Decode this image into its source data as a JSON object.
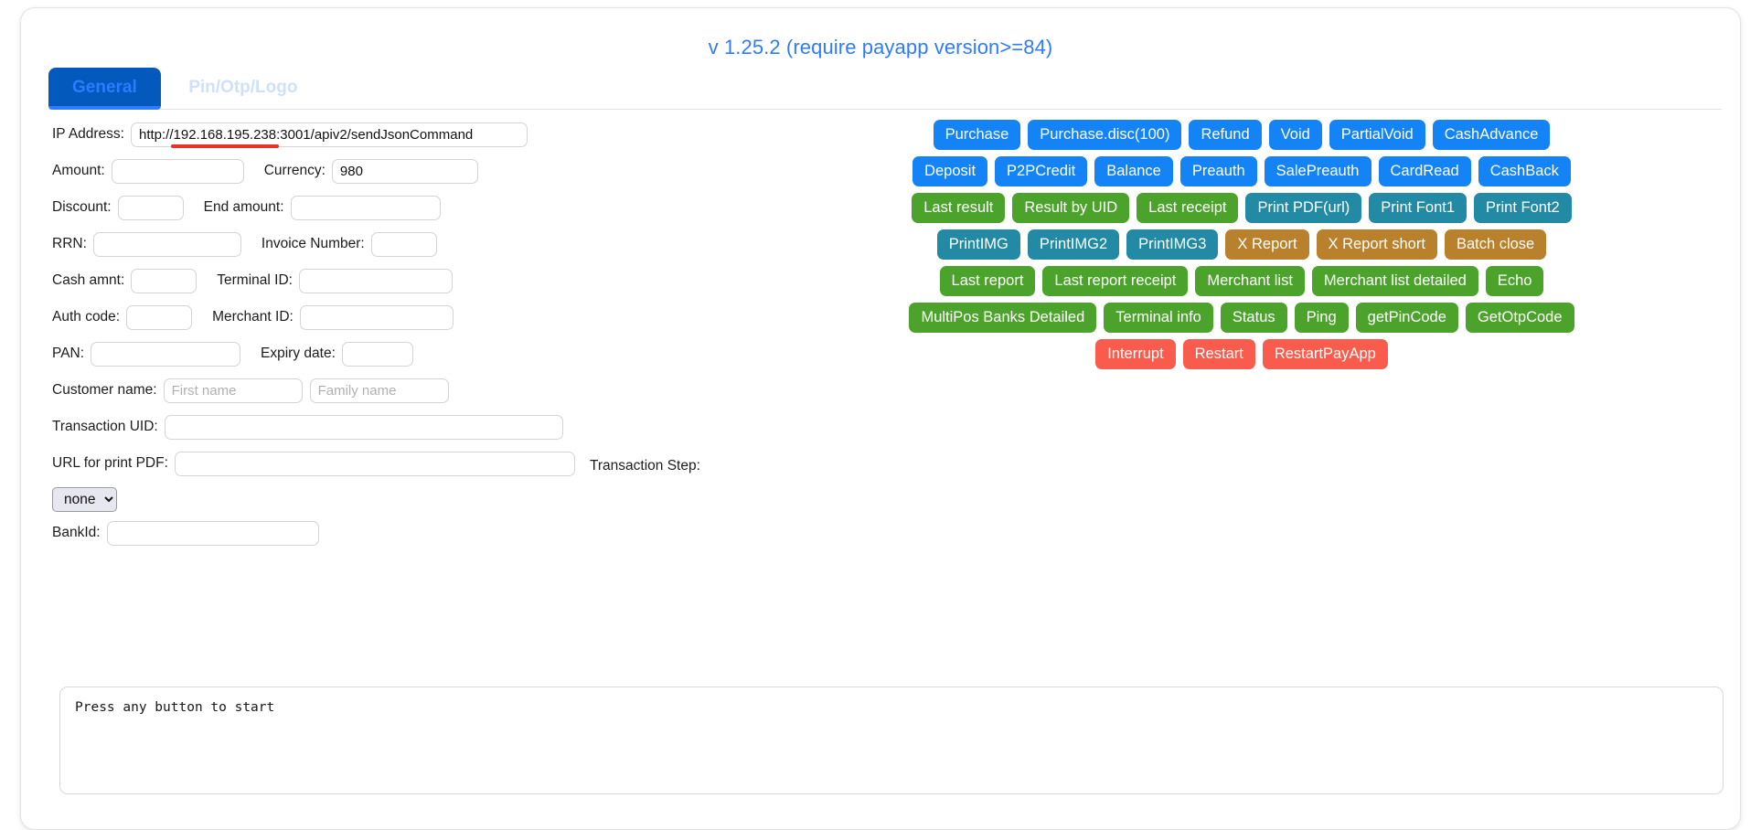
{
  "version_banner": "v 1.25.2 (require payapp version>=84)",
  "tabs": [
    {
      "label": "General",
      "active": true
    },
    {
      "label": "Pin/Otp/Logo",
      "active": false
    }
  ],
  "form": {
    "ip_address": {
      "label": "IP Address:",
      "value": "http://192.168.195.238:3001/apiv2/sendJsonCommand"
    },
    "amount": {
      "label": "Amount:",
      "value": ""
    },
    "currency": {
      "label": "Currency:",
      "value": "980"
    },
    "discount": {
      "label": "Discount:",
      "value": ""
    },
    "end_amount": {
      "label": "End amount:",
      "value": ""
    },
    "rrn": {
      "label": "RRN:",
      "value": ""
    },
    "invoice_number": {
      "label": "Invoice Number:",
      "value": ""
    },
    "cash_amnt": {
      "label": "Cash amnt:",
      "value": ""
    },
    "terminal_id": {
      "label": "Terminal ID:",
      "value": ""
    },
    "auth_code": {
      "label": "Auth code:",
      "value": ""
    },
    "merchant_id": {
      "label": "Merchant ID:",
      "value": ""
    },
    "pan": {
      "label": "PAN:",
      "value": ""
    },
    "expiry_date": {
      "label": "Expiry date:",
      "value": ""
    },
    "customer_name": {
      "label": "Customer name:",
      "first_placeholder": "First name",
      "family_placeholder": "Family name",
      "first_value": "",
      "family_value": ""
    },
    "transaction_uid": {
      "label": "Transaction UID:",
      "value": ""
    },
    "url_print_pdf": {
      "label": "URL for print PDF:",
      "value": ""
    },
    "transaction_step": {
      "label": "Transaction Step:",
      "selected": "none",
      "options": [
        "none"
      ]
    },
    "bank_id": {
      "label": "BankId:",
      "value": ""
    }
  },
  "button_rows": [
    {
      "color": "#1383f5",
      "color_class": "c-blue",
      "buttons": [
        "Purchase",
        "Purchase.disc(100)",
        "Refund",
        "Void",
        "PartialVoid",
        "CashAdvance"
      ]
    },
    {
      "color": "#1383f5",
      "color_class": "c-blue",
      "buttons": [
        "Deposit",
        "P2PCredit",
        "Balance",
        "Preauth",
        "SalePreauth",
        "CardRead",
        "CashBack"
      ]
    },
    {
      "color": "mixed",
      "color_class": "mixed",
      "buttons": [
        "Last result",
        "Result by UID",
        "Last receipt",
        "Print PDF(url)",
        "Print Font1",
        "Print Font2"
      ],
      "colors": [
        "c-green",
        "c-green",
        "c-green",
        "c-teal",
        "c-teal",
        "c-teal"
      ]
    },
    {
      "color": "mixed",
      "color_class": "mixed",
      "buttons": [
        "PrintIMG",
        "PrintIMG2",
        "PrintIMG3",
        "X Report",
        "X Report short",
        "Batch close"
      ],
      "colors": [
        "c-teal",
        "c-teal",
        "c-teal",
        "c-brown",
        "c-brown",
        "c-brown"
      ]
    },
    {
      "color": "#4ca32b",
      "color_class": "c-green",
      "buttons": [
        "Last report",
        "Last report receipt",
        "Merchant list",
        "Merchant list detailed",
        "Echo"
      ]
    },
    {
      "color": "#4ca32b",
      "color_class": "c-green",
      "buttons": [
        "MultiPos Banks Detailed",
        "Terminal info",
        "Status",
        "Ping",
        "getPinCode",
        "GetOtpCode"
      ]
    },
    {
      "color": "#f95c4c",
      "color_class": "c-red",
      "buttons": [
        "Interrupt",
        "Restart",
        "RestartPayApp"
      ]
    }
  ],
  "log": {
    "text": "Press any button to start"
  },
  "colors": {
    "blue": "#1383f5",
    "green": "#4ca32b",
    "teal": "#228aa5",
    "brown": "#b9812c",
    "red": "#f95c4c",
    "tab_active_bg": "#0459bd",
    "tab_active_text": "#2d7bff",
    "tab_inactive_text": "#cfe0fb",
    "banner_text": "#2e7bff",
    "annotation_underline": "#e8332a"
  }
}
